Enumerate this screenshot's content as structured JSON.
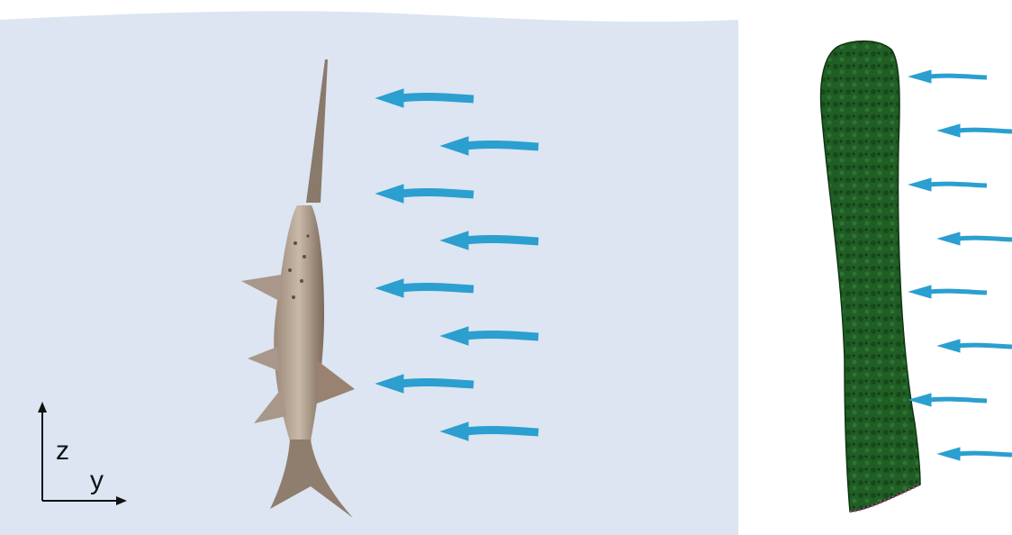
{
  "figure": {
    "panels": [
      {
        "subject": "paddlefish-in-flow",
        "background_color": "#dce5f1",
        "axes": {
          "vertical": "z",
          "horizontal": "y"
        },
        "flow_arrow_count": 8,
        "flow_direction": "-y"
      },
      {
        "subject": "green-elongated-model",
        "body_color": "#1f5a23",
        "flow_arrow_count": 8,
        "flow_direction": "-y"
      }
    ],
    "arrow_color": "#2b9fd0"
  }
}
